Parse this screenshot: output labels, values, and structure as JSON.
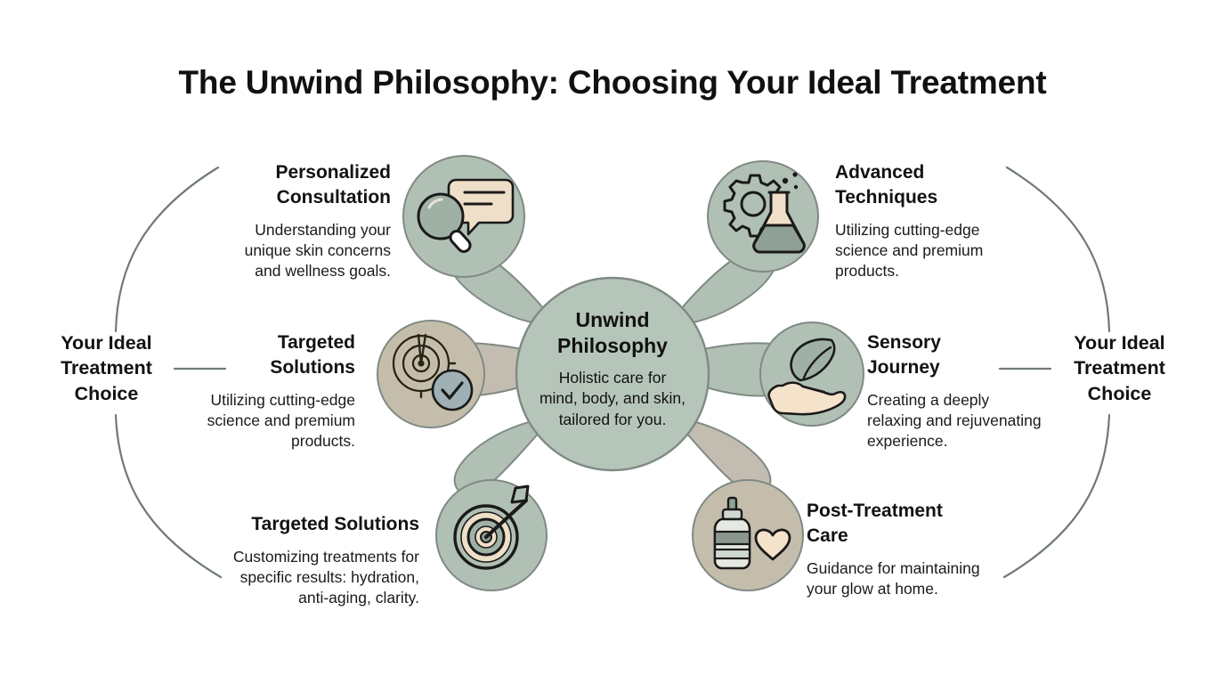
{
  "page": {
    "title": "The Unwind Philosophy: Choosing Your Ideal Treatment",
    "background_color": "#ffffff"
  },
  "colors": {
    "node_green": "#b0c0b4",
    "node_tan": "#c5bdab",
    "hub_green": "#b6c5ba",
    "stroke_gray": "#7f8a84",
    "brace_gray": "#6f7a74",
    "icon_stroke": "#1a1a1a",
    "icon_cream": "#efdfc8",
    "icon_slate": "#8fa096",
    "text_dark": "#121212"
  },
  "hub": {
    "title_line1": "Unwind",
    "title_line2": "Philosophy",
    "subtitle_line1": "Holistic care for",
    "subtitle_line2": "mind, body, and skin,",
    "subtitle_line3": "tailored for you."
  },
  "braces": {
    "left_label_line1": "Your Ideal",
    "left_label_line2": "Treatment",
    "left_label_line3": "Choice",
    "right_label_line1": "Your Ideal",
    "right_label_line2": "Treatment",
    "right_label_line3": "Choice"
  },
  "nodes": [
    {
      "id": "personalized-consultation",
      "heading_line1": "Personalized",
      "heading_line2": "Consultation",
      "body_line1": "Understanding your",
      "body_line2": "unique skin concerns",
      "body_line3": "and wellness goals.",
      "icon": "magnifier-speech-bubble-icon",
      "fill": "#b0c0b4",
      "side": "left",
      "position": "top"
    },
    {
      "id": "targeted-solutions-mid",
      "heading_line1": "Targeted",
      "heading_line2": "Solutions",
      "body_line1": "Utilizing cutting-edge",
      "body_line2": "science and premium",
      "body_line3": "products.",
      "icon": "target-check-icon",
      "fill": "#c5bdab",
      "side": "left",
      "position": "middle"
    },
    {
      "id": "targeted-solutions-bottom",
      "heading_line1": "Targeted Solutions",
      "heading_line2": "",
      "body_line1": "Customizing treatments for",
      "body_line2": "specific results: hydration,",
      "body_line3": "anti-aging, clarity.",
      "icon": "dartboard-arrow-icon",
      "fill": "#b0c0b4",
      "side": "left",
      "position": "bottom"
    },
    {
      "id": "advanced-techniques",
      "heading_line1": "Advanced",
      "heading_line2": "Techniques",
      "body_line1": "Utilizing cutting-edge",
      "body_line2": "science and premium",
      "body_line3": "products.",
      "icon": "gear-flask-icon",
      "fill": "#b0c0b4",
      "side": "right",
      "position": "top"
    },
    {
      "id": "sensory-journey",
      "heading_line1": "Sensory",
      "heading_line2": "Journey",
      "body_line1": "Creating a deeply",
      "body_line2": "relaxing and rejuvenating",
      "body_line3": "experience.",
      "icon": "hand-leaf-icon",
      "fill": "#b0c0b4",
      "side": "right",
      "position": "middle"
    },
    {
      "id": "post-treatment-care",
      "heading_line1": "Post-Treatment",
      "heading_line2": "Care",
      "body_line1": "Guidance for maintaining",
      "body_line2": "your glow at home.",
      "body_line3": "",
      "icon": "dropper-bottle-heart-icon",
      "fill": "#c5bdab",
      "side": "right",
      "position": "bottom"
    }
  ]
}
